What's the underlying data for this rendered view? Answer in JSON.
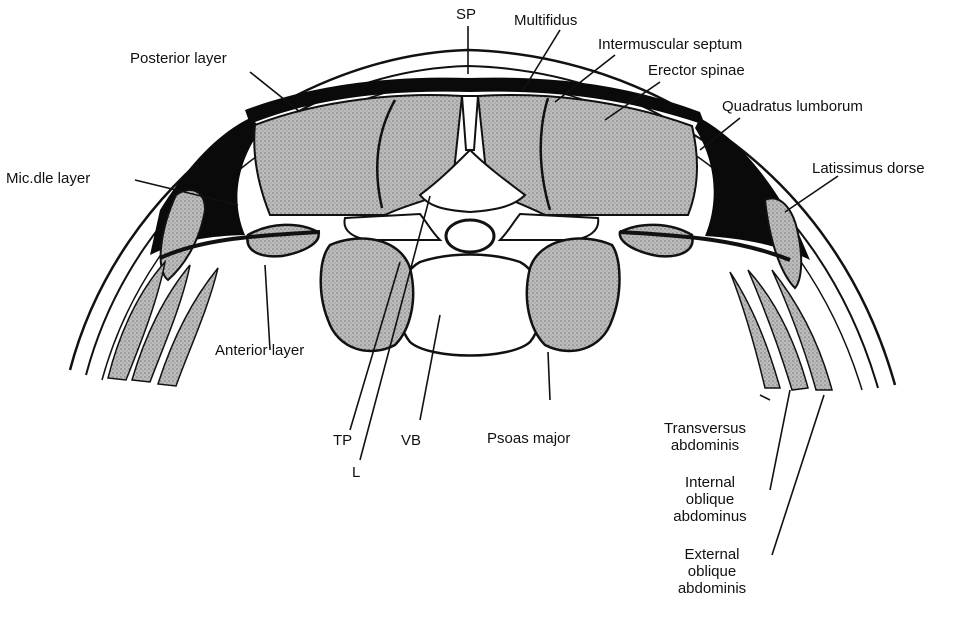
{
  "diagram": {
    "labels": {
      "sp": "SP",
      "multifidus": "Multifidus",
      "intermuscular_septum": "Intermuscular septum",
      "posterior_layer": "Posterior layer",
      "erector_spinae": "Erector spinae",
      "quadratus_lumborum": "Quadratus lumborum",
      "latissimus_dorsi": "Latissimus dorse",
      "middle_layer": "Mic.dle layer",
      "anterior_layer": "Anterior layer",
      "tp": "TP",
      "l": "L",
      "vb": "VB",
      "psoas_major": "Psoas major",
      "transversus_1": "Transversus",
      "transversus_2": "abdominis",
      "internal_1": "Internal",
      "internal_2": "oblique",
      "internal_3": "abdominus",
      "external_1": "External",
      "external_2": "oblique",
      "external_3": "abdominis"
    },
    "colors": {
      "ink": "#111111",
      "fascia": "#0a0a0a",
      "muscle_fill": "#b9b9b9",
      "bone_fill": "#ffffff",
      "background": "#ffffff"
    }
  }
}
